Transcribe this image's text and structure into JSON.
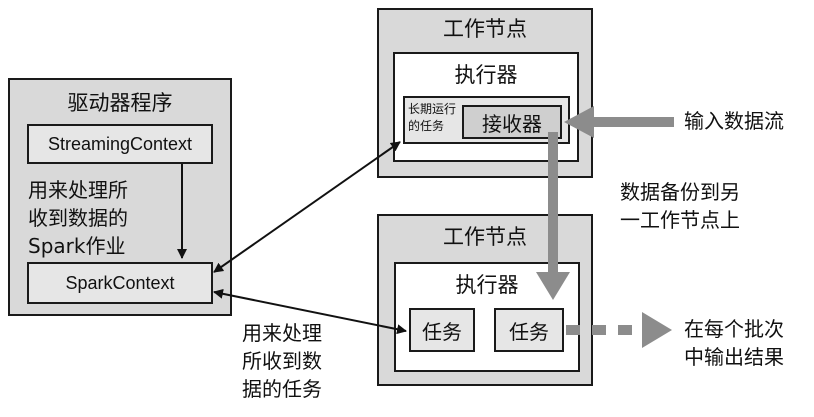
{
  "driver": {
    "title": "驱动器程序",
    "streaming_context": "StreamingContext",
    "job_lines": [
      "用来处理所",
      "收到数据的",
      "Spark作业"
    ],
    "spark_context": "SparkContext"
  },
  "worker_top": {
    "title": "工作节点",
    "executor_title": "执行器",
    "long_task_lines": [
      "长期运行",
      "的任务"
    ],
    "receiver": "接收器"
  },
  "worker_bottom": {
    "title": "工作节点",
    "executor_title": "执行器",
    "task_1": "任务",
    "task_2": "任务"
  },
  "annotations": {
    "input_stream": "输入数据流",
    "replicate_lines": [
      "数据备份到另",
      "一工作节点上"
    ],
    "tasks_lines": [
      "用来处理",
      "所收到数",
      "据的任务"
    ],
    "output_lines": [
      "在每个批次",
      "中输出结果"
    ]
  }
}
